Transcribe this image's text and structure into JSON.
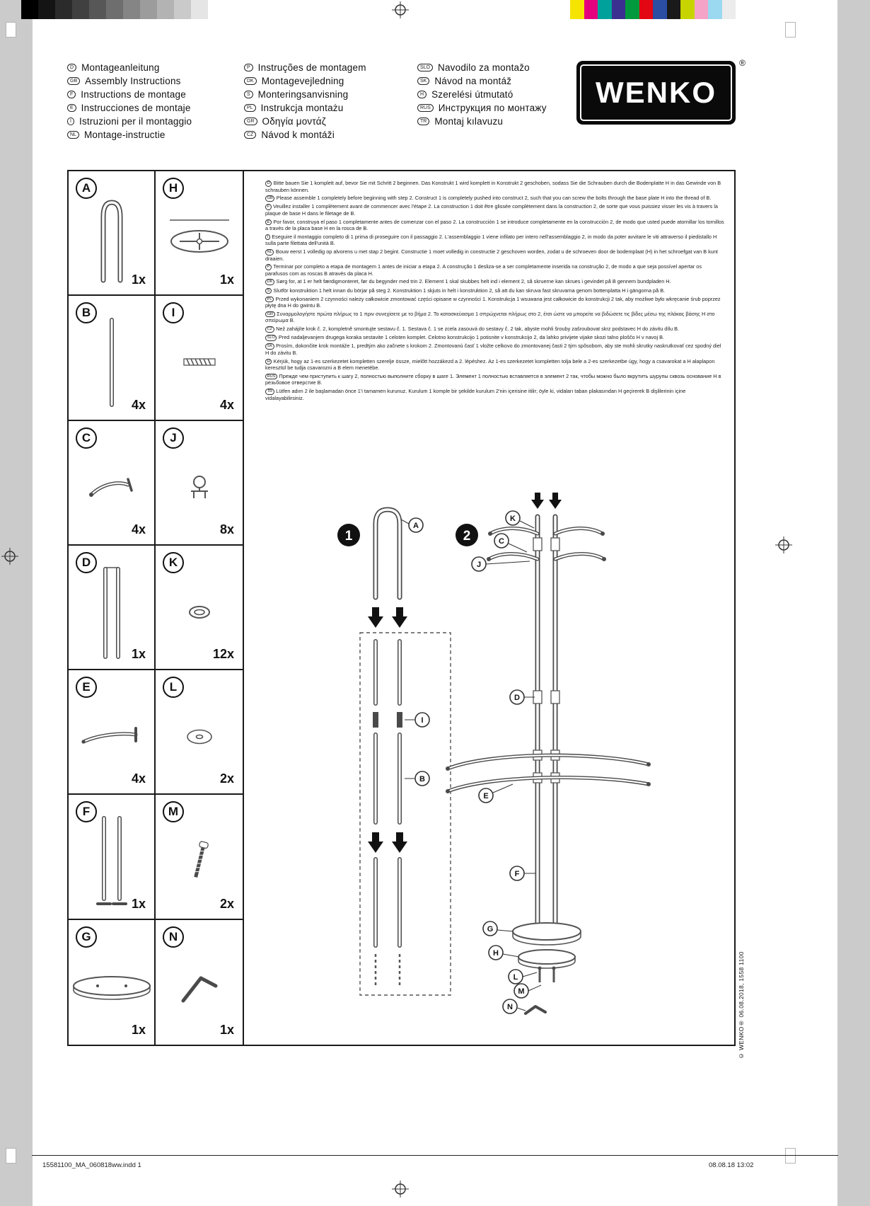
{
  "print_marks": {
    "grayscale": [
      "#000000",
      "#141414",
      "#2b2b2b",
      "#404040",
      "#575757",
      "#6e6e6e",
      "#858585",
      "#9c9c9c",
      "#b3b3b3",
      "#cacaca",
      "#e5e5e5",
      "#ffffff"
    ],
    "colors": [
      "#f5e400",
      "#e5007d",
      "#00a19a",
      "#3b2f90",
      "#009a3d",
      "#e30613",
      "#2b4ea2",
      "#1a1a1a",
      "#c8d400",
      "#f5a3c7",
      "#9ad9f0",
      "#ececec"
    ]
  },
  "header": {
    "columns": [
      [
        {
          "code": "D",
          "label": "Montageanleitung"
        },
        {
          "code": "GB",
          "label": "Assembly Instructions"
        },
        {
          "code": "F",
          "label": "Instructions de montage"
        },
        {
          "code": "E",
          "label": "Instrucciones de montaje"
        },
        {
          "code": "I",
          "label": "Istruzioni per il montaggio"
        },
        {
          "code": "NL",
          "label": "Montage-instructie"
        }
      ],
      [
        {
          "code": "P",
          "label": "Instruções de montagem"
        },
        {
          "code": "DK",
          "label": "Montagevejledning"
        },
        {
          "code": "S",
          "label": "Monteringsanvisning"
        },
        {
          "code": "PL",
          "label": "Instrukcja montażu"
        },
        {
          "code": "GR",
          "label": "Οδηγία μοντάζ"
        },
        {
          "code": "CZ",
          "label": "Návod k montáži"
        }
      ],
      [
        {
          "code": "SLO",
          "label": "Navodilo za montažo"
        },
        {
          "code": "SK",
          "label": "Návod na montáž"
        },
        {
          "code": "H",
          "label": "Szerelési útmutató"
        },
        {
          "code": "RUS",
          "label": "Инструкция по монтажу"
        },
        {
          "code": "TR",
          "label": "Montaj kılavuzu"
        }
      ]
    ]
  },
  "logo": {
    "text": "WENKO",
    "registered": "®"
  },
  "parts": [
    {
      "letter": "A",
      "qty": "1x"
    },
    {
      "letter": "H",
      "qty": "1x"
    },
    {
      "letter": "B",
      "qty": "4x"
    },
    {
      "letter": "I",
      "qty": "4x"
    },
    {
      "letter": "C",
      "qty": "4x"
    },
    {
      "letter": "J",
      "qty": "8x"
    },
    {
      "letter": "D",
      "qty": "1x"
    },
    {
      "letter": "K",
      "qty": "12x"
    },
    {
      "letter": "E",
      "qty": "4x"
    },
    {
      "letter": "L",
      "qty": "2x"
    },
    {
      "letter": "F",
      "qty": "1x"
    },
    {
      "letter": "M",
      "qty": "2x"
    },
    {
      "letter": "G",
      "qty": "1x"
    },
    {
      "letter": "N",
      "qty": "1x"
    }
  ],
  "notes": [
    {
      "code": "D",
      "text": "Bitte bauen Sie 1 komplett auf, bevor Sie mit Schritt 2 beginnen. Das Konstrukt 1 wird komplett in Konstrukt 2 geschoben, sodass Sie die Schrauben durch die Bodenplatte H in das Gewinde von B schrauben können."
    },
    {
      "code": "GB",
      "text": "Please assemble 1 completely before beginning with step 2. Construct 1 is completely pushed into construct 2, such that you can screw the bolts through the base plate H into the thread of B."
    },
    {
      "code": "F",
      "text": "Veuillez installer 1 complètement avant de commencer avec l'étape 2. La construction 1 doit être glissée complètement dans la construction 2, de sorte que vous puissiez visser les vis à travers la plaque de base H dans le filetage de B."
    },
    {
      "code": "E",
      "text": "Por favor, construya el paso 1 completamente antes de comenzar con el paso 2. La construcción 1 se introduce completamente en la construcción 2, de modo que usted puede atornillar los tornillos a través de la placa base H en la rosca de B."
    },
    {
      "code": "I",
      "text": "Eseguire il montaggio completo di 1 prima di proseguire con il passaggio 2. L'assemblaggio 1 viene infilato per intero nell'assemblaggio 2, in modo da poter avvitare le viti attraverso il piedistallo H sulla parte filettata dell'unità B."
    },
    {
      "code": "NL",
      "text": "Bouw eerst 1 volledig op alvorens u met stap 2 begint. Constructie 1 moet volledig in constructie 2 geschoven worden, zodat u de schroeven door de bodemplaat (H) in het schroefgat van B kunt draaien."
    },
    {
      "code": "P",
      "text": "Terminar por completo a etapa de montagem 1 antes de iniciar a etapa 2. A construção 1 desliza-se a ser completamente inserida na construção 2, de modo a que seja possível apertar os parafusos com as roscas B através da placa H."
    },
    {
      "code": "DK",
      "text": "Sørg for, at 1 er helt færdigmonteret, før du begynder med trin 2. Element 1 skal skubbes helt ind i element 2, så skruerne kan skrues i gevindet på B gennem bundpladen H."
    },
    {
      "code": "S",
      "text": "Slutför konstruktion 1 helt innan du börjar på steg 2. Konstruktion 1 skjuts in helt i konstruktion 2, så att du kan skruva fast skruvarna genom bottenplatta H i gängorna på B."
    },
    {
      "code": "PL",
      "text": "Przed wykonaniem 2 czynności należy całkowicie zmontować części opisane w czynności 1. Konstrukcja 1 wsuwana jest całkowicie do konstrukcji 2 tak, aby możliwe było wkręcanie śrub poprzez płytę dna H do gwintu B."
    },
    {
      "code": "GR",
      "text": "Συναρμολογήστε πρώτα πλήρως το 1 πριν συνεχίσετε με το βήμα 2. Το κατασκεύασμα 1 σπρώχνεται πλήρως στο 2, έτσι ώστε να μπορείτε να βιδώσετε τις βίδες μέσω της πλάκας βάσης H στο σπείρωμα B."
    },
    {
      "code": "CZ",
      "text": "Než zahájíte krok č. 2, kompletně smontujte sestavu č. 1. Sestava č. 1 se zcela zasouvá do sestavy č. 2 tak, abyste mohli šrouby zašroubovat skrz podstavec H do závitu dílu B."
    },
    {
      "code": "SLO",
      "text": "Pred nadaljevanjem drugega koraka sestavite 1 celoten komplet. Celotno konstrukcijo 1 potisnite v konstrukcijo 2, da lahko privijete vijake skozi talno ploščo H v navoj B."
    },
    {
      "code": "SK",
      "text": "Prosím, dokončite krok montáže 1, predtým ako začnete s krokom 2. Zmontovanú časť 1 vložte celkovo do zmontovanej časti 2 tým spôsobom, aby ste mohli skrutky naskrutkovať cez spodný diel H do závitu B."
    },
    {
      "code": "H",
      "text": "Kérjük, hogy az 1-es szerkezetet kompletten szerelje össze, mielőtt hozzákezd a 2. lépéshez. Az 1-es szerkezetet kompletten tolja bele a 2-es szerkezetbe úgy, hogy a csavarokat a H alaplapon keresztül be tudja csavarozni a B elem menetébe."
    },
    {
      "code": "RUS",
      "text": "Прежде чем приступить к шагу 2, полностью выполните сборку в шаге 1. Элемент 1 полностью вставляется в элемент 2 так, чтобы можно было вкрутить шурупы сквозь основание H в резьбовое отверстие B."
    },
    {
      "code": "TR",
      "text": "Lütfen adım 2 ile başlamadan önce 1'i tamamen kurunuz. Kurulum 1 komple bir şekilde kurulum 2'nin içerisine itilir; öyle ki, vidaları taban plakasından H geçirerek B dişlilerinin içine vidalayabilirsiniz."
    }
  ],
  "step1": {
    "number": "1",
    "labels": [
      "A",
      "I",
      "B"
    ]
  },
  "step2": {
    "number": "2",
    "labels": [
      "K",
      "C",
      "J",
      "D",
      "E",
      "F",
      "G",
      "H",
      "L",
      "M",
      "N"
    ]
  },
  "copyright_vertical": "© WENKO® 06.08.2018, 1558 1100",
  "footer": {
    "left": "15581100_MA_060818ww.indd   1",
    "right": "08.08.18   13:02"
  }
}
